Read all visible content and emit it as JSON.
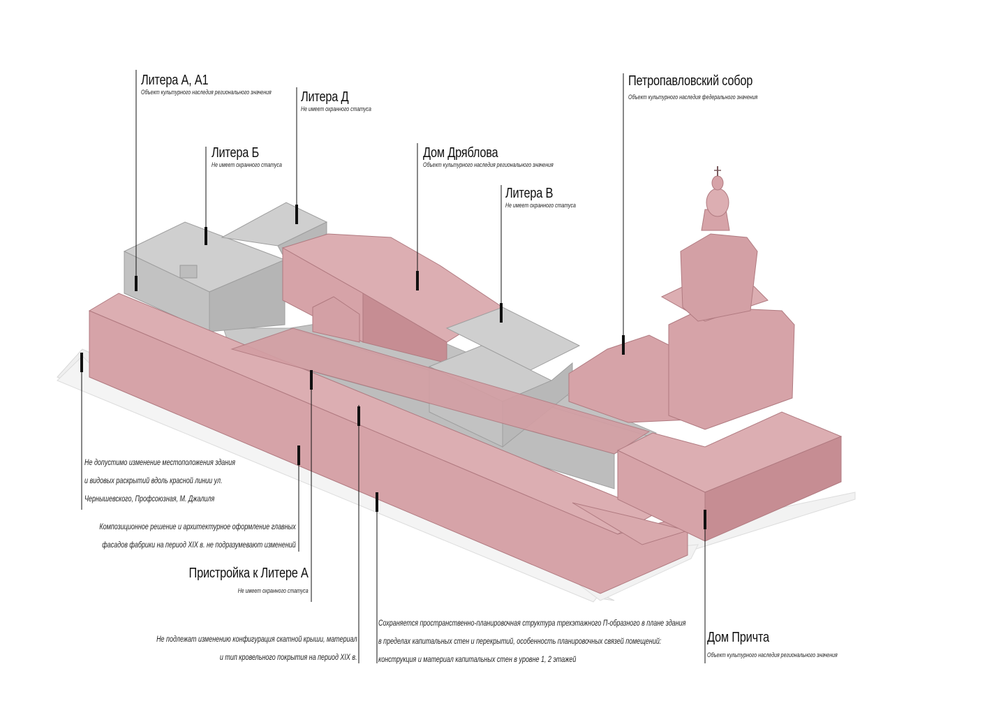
{
  "labels": {
    "litera_a": {
      "title": "Литера А, А1",
      "status": "Объект культурного наследия регионального значения"
    },
    "litera_d": {
      "title": "Литера Д",
      "status": "Не имеет охранного статуса"
    },
    "litera_b": {
      "title": "Литера Б",
      "status": "Не имеет охранного статуса"
    },
    "dom_dryablova": {
      "title": "Дом Дряблова",
      "status": "Объект культурного наследия регионального значения"
    },
    "litera_v": {
      "title": "Литера В",
      "status": "Не имеет охранного статуса"
    },
    "sobor": {
      "title": "Петропавловский собор",
      "status": "Объект  культурного наследия федерального значения"
    },
    "pristroyka": {
      "title": "Пристройка к Литере А",
      "status": "Не имеет охранного статуса"
    },
    "dom_prichta": {
      "title": "Дом Причта",
      "status": "Объект  культурного наследия регионального значения"
    }
  },
  "notes": {
    "red_line": [
      "Не допустимо изменение местоположения здания",
      "и видовых раскрытий вдоль красной линии ул.",
      "Чернышевского, Профсоюзная, М. Джалиля"
    ],
    "facades": [
      "Композиционное решение и архитектурное оформление главных",
      "фасадов фабрики на период XIX в. не подразумевают изменений"
    ],
    "roof": [
      "Не подлежат изменению конфигурация скатной крыши, материал",
      "и тип кровельного покрытия на период XIX в."
    ],
    "structure": [
      "Сохраняется пространственно-планировочная структура трехэтажного П-образного в плане здания",
      "в пределах капитальных стен и перекрытий, особенность планировочных связей помещений:",
      "конструкция и материал капитальных стен в уровне 1, 2 этажей"
    ]
  },
  "colors": {
    "heritage": "#d6a3a8",
    "heritage_dark": "#c68d93",
    "heritage_roof": "#dcaeb2",
    "no_status": "#c9c9c9",
    "no_status_dark": "#b3b3b3",
    "ground": "#f0f0f0"
  }
}
